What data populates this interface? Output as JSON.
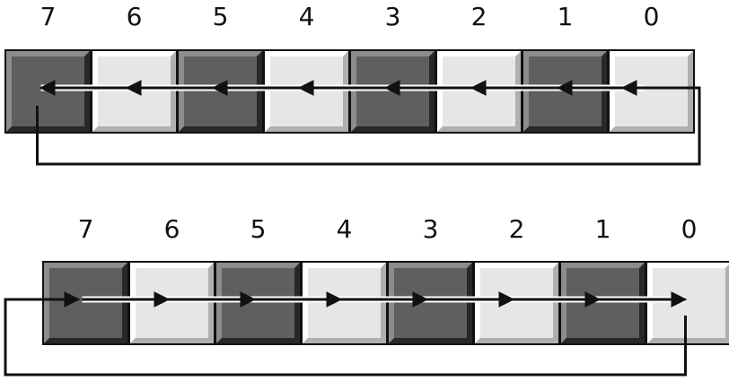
{
  "rows": [
    {
      "direction": "left",
      "bit_labels": [
        "7",
        "6",
        "5",
        "4",
        "3",
        "2",
        "1",
        "0"
      ],
      "cell_shades": [
        "dark",
        "light",
        "dark",
        "light",
        "dark",
        "light",
        "dark",
        "light"
      ]
    },
    {
      "direction": "right",
      "bit_labels": [
        "7",
        "6",
        "5",
        "4",
        "3",
        "2",
        "1",
        "0"
      ],
      "cell_shades": [
        "dark",
        "light",
        "dark",
        "light",
        "dark",
        "light",
        "dark",
        "light"
      ]
    }
  ],
  "colors": {
    "dark_cell": "#5f5f5f",
    "light_cell": "#e6e6e6",
    "line": "#111111",
    "background": "#ffffff"
  }
}
